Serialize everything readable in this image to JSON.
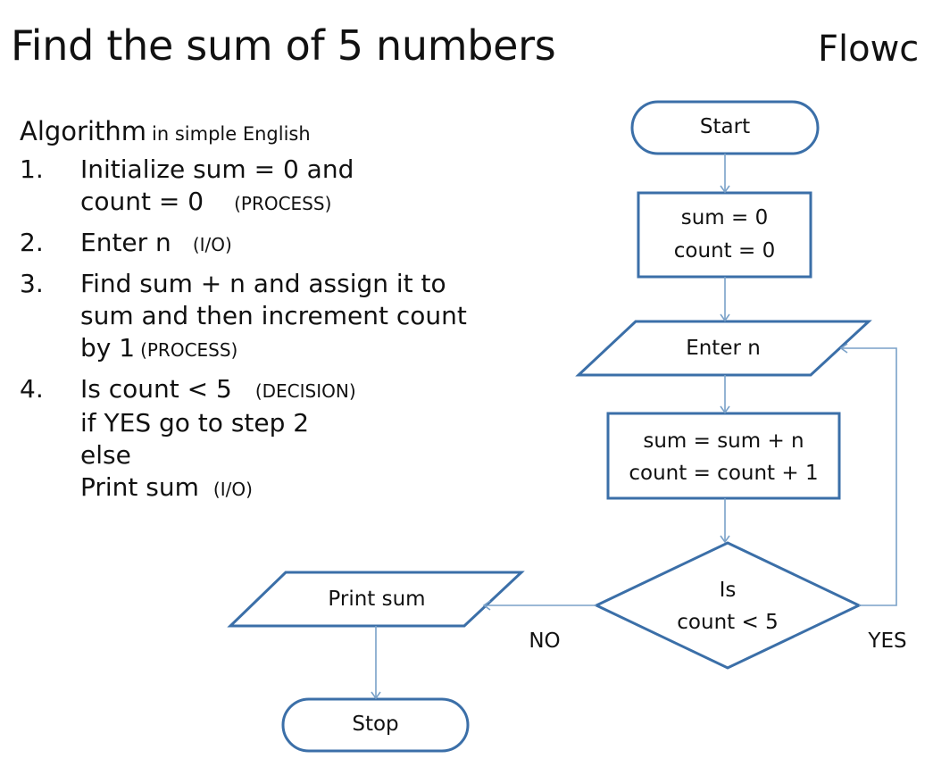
{
  "slide": {
    "title": "Find the sum of 5 numbers",
    "title_right": "Flowc"
  },
  "algorithm": {
    "heading": "Algorithm",
    "heading_note": "in simple English",
    "steps": [
      {
        "number": "1.",
        "lines": [
          "Initialize sum = 0 and",
          "count = 0"
        ],
        "tag": "(PROCESS)"
      },
      {
        "number": "2.",
        "lines": [
          "Enter n"
        ],
        "tag": "(I/O)"
      },
      {
        "number": "3.",
        "lines": [
          "Find sum + n and assign it to",
          "sum and then increment count",
          "by 1"
        ],
        "tag": "(PROCESS)"
      },
      {
        "number": "4.",
        "lines": [
          "Is count < 5",
          "if YES go to step 2",
          "else",
          "Print sum"
        ],
        "tag": "(DECISION)",
        "last_tag": "(I/O)"
      }
    ]
  },
  "flowchart": {
    "start": "Start",
    "init_line1": "sum = 0",
    "init_line2": "count = 0",
    "input": "Enter n",
    "process_line1": "sum = sum + n",
    "process_line2": "count = count + 1",
    "decision_line1": "Is",
    "decision_line2": "count < 5",
    "yes_label": "YES",
    "no_label": "NO",
    "output": "Print sum",
    "stop": "Stop"
  },
  "colors": {
    "shape_stroke": "#3b6fa8",
    "connector": "#7aa1c8",
    "text": "#111111",
    "background": "#ffffff"
  }
}
